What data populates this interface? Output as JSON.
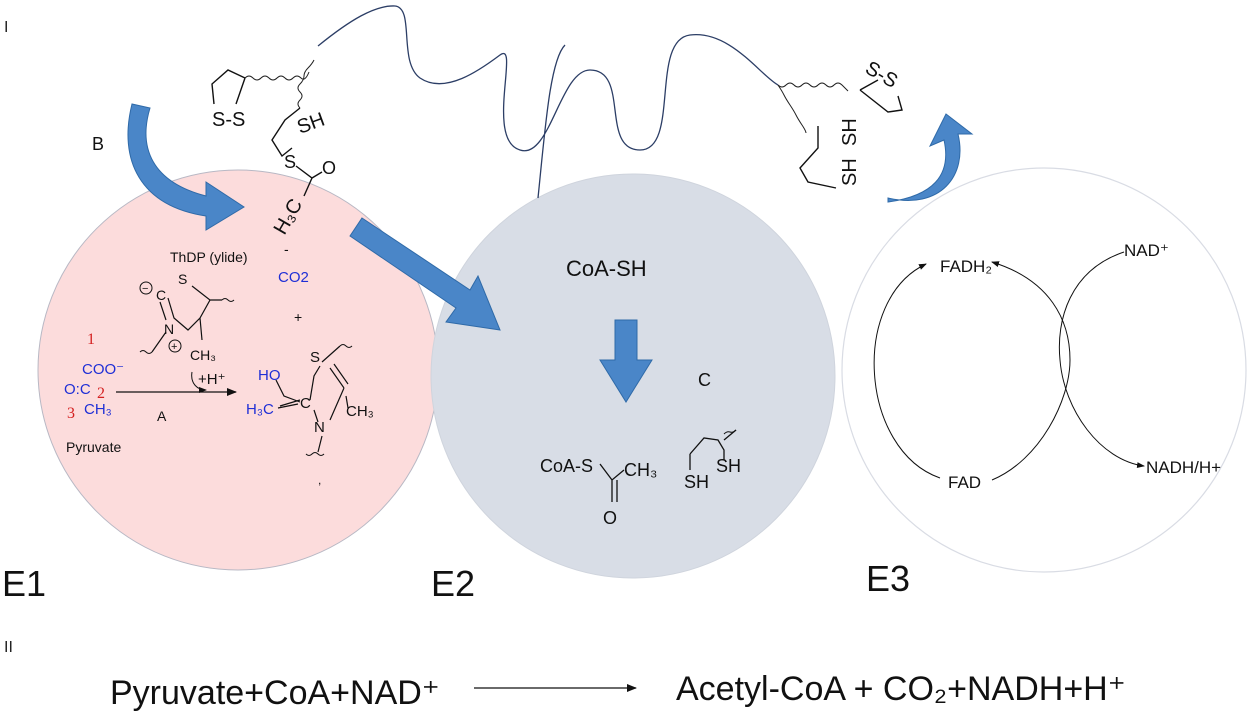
{
  "panel_labels": {
    "part1": "I",
    "part2": "II"
  },
  "enzymes": {
    "e1": "E1",
    "e2": "E2",
    "e3": "E3"
  },
  "step_labels": {
    "a": "A",
    "b": "B",
    "c": "C"
  },
  "colors": {
    "e1_fill": "#fcdcdc",
    "e2_fill": "#d8dde6",
    "e3_stroke": "#d9dce4",
    "arrow_fill": "#4a86c8",
    "arrow_stroke": "#2f6aa8",
    "chem_blue": "#1f2fd6",
    "number_red": "#d42020",
    "lipoyl_line": "#2c3e66"
  },
  "lipoyl": {
    "left_ss": "S-S",
    "left_sh": "SH",
    "thioester_s": "S",
    "thioester_o": "O",
    "thioester_h3c": "H₃C",
    "right_ss": "S-S",
    "right_sh_top": "SH",
    "right_sh_bottom": "SH"
  },
  "e1": {
    "thdp_label": "ThDP (ylide)",
    "ylide_s": "S",
    "ylide_n": "N",
    "ylide_c": "C",
    "ylide_ch3": "CH₃",
    "co2": "CO2",
    "plus": "+",
    "pyruvate_num1": "1",
    "pyruvate_num2": "2",
    "pyruvate_num3": "3",
    "pyruvate_coo": "COO⁻",
    "pyruvate_oc": "O:C",
    "pyruvate_ch3": "CH₃",
    "pyruvate_name": "Pyruvate",
    "proton": "+H⁺",
    "product_ho": "HO",
    "product_h3c": "H₃C",
    "product_c": "C",
    "product_s": "S",
    "product_n": "N",
    "product_ch3": "CH₃"
  },
  "e2": {
    "coa_sh": "CoA-SH",
    "acetyl_coa_left": "CoA-S",
    "acetyl_coa_ch3": "CH₃",
    "acetyl_coa_o": "O",
    "dihydro_sh1": "SH",
    "dihydro_sh2": "SH"
  },
  "e3": {
    "fadh2": "FADH₂",
    "fad": "FAD",
    "nad": "NAD⁺",
    "nadh": "NADH/H+"
  },
  "overall": {
    "reactants": "Pyruvate+CoA+NAD⁺",
    "products": "Acetyl-CoA + CO₂+NADH+H⁺"
  }
}
